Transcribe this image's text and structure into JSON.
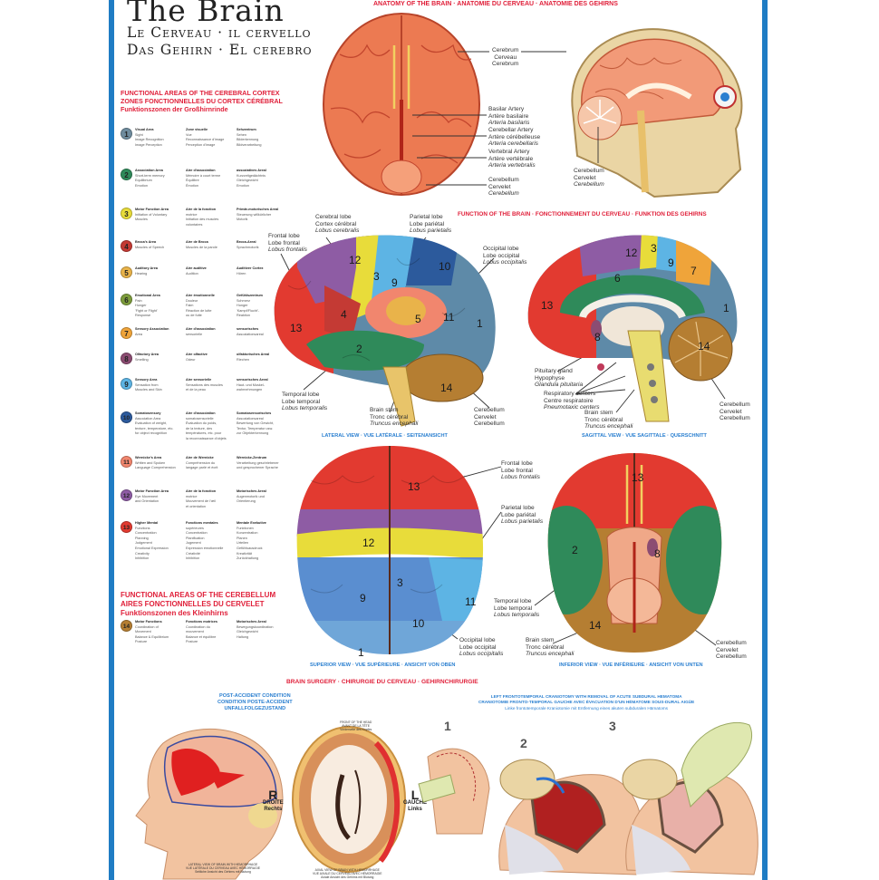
{
  "title": {
    "main": "The Brain",
    "line2": "Le Cerveau · il cervello",
    "line3": "Das Gehirn · El cerebro"
  },
  "cortex_heading": [
    "FUNCTIONAL AREAS OF THE CEREBRAL CORTEX",
    "ZONES FONCTIONNELLES DU CORTEX CÉRÉBRAL",
    "Funktionszonen der Großhirnrinde"
  ],
  "cerebellum_heading": [
    "FUNCTIONAL AREAS OF THE CEREBELLUM",
    "AIRES FONCTIONNELLES DU CERVELET",
    "Funktionszonen des Kleinhirns"
  ],
  "legend": [
    {
      "n": "1",
      "color": "#6f8c9e",
      "en": [
        "Visual Area",
        "Sight",
        "Image Recognition",
        "Image Perception"
      ],
      "fr": [
        "Zone visuelle",
        "Vue",
        "Reconnaissance d'image",
        "Perception d'image"
      ],
      "de": [
        "Sehzentrum",
        "Sehen",
        "Bilderkennung",
        "Bildverarbeitung"
      ]
    },
    {
      "n": "2",
      "color": "#2f8a5a",
      "en": [
        "Association Area",
        "Short-term memory",
        "Equilibrium",
        "Emotion"
      ],
      "fr": [
        "Aire d'association",
        "Mémoire à court terme",
        "Équilibre",
        "Émotion"
      ],
      "de": [
        "assoziatives Areal",
        "Kurzzeitgedächtnis",
        "Gleichgewicht",
        "Emotion"
      ]
    },
    {
      "n": "3",
      "color": "#e8dc3a",
      "en": [
        "Motor Function Area",
        "Initiation of Voluntary",
        "Muscles"
      ],
      "fr": [
        "Aire de la fonction",
        "motrice",
        "Initiation des muscles",
        "volontaires"
      ],
      "de": [
        "Primär-motorisches Areal",
        "Steuerung willkürlicher",
        "Motorik"
      ]
    },
    {
      "n": "4",
      "color": "#c43a34",
      "en": [
        "Broca's Area",
        "Muscles of Speech"
      ],
      "fr": [
        "Aire de Broca",
        "Muscles de la parole"
      ],
      "de": [
        "Broca-Areal",
        "Sprachmotorik"
      ]
    },
    {
      "n": "5",
      "color": "#e9b34a",
      "en": [
        "Auditory Area",
        "Hearing"
      ],
      "fr": [
        "Aire auditive",
        "Audition"
      ],
      "de": [
        "Auditiver Cortex",
        "Hören"
      ]
    },
    {
      "n": "6",
      "color": "#7d9c3c",
      "en": [
        "Emotional Area",
        "Pain",
        "Hunger",
        "'Fight or Flight'",
        "Response"
      ],
      "fr": [
        "Aire émotionnelle",
        "Douleur",
        "Faim",
        "Réaction de lutte",
        "ou de fuite"
      ],
      "de": [
        "Gefühlszentrum",
        "Schmerz",
        "Hunger",
        "'Kampf/Flucht'-",
        "Reaktion"
      ]
    },
    {
      "n": "7",
      "color": "#efa43a",
      "en": [
        "Sensory Association",
        "Area"
      ],
      "fr": [
        "Aire d'association",
        "sensorielle"
      ],
      "de": [
        "sensorisches",
        "Assoziationsareal"
      ]
    },
    {
      "n": "8",
      "color": "#8c4c72",
      "en": [
        "Olfactory Area",
        "Smelling"
      ],
      "fr": [
        "Aire olfactive",
        "Odeur"
      ],
      "de": [
        "olfaktorisches Areal",
        "Riechen"
      ]
    },
    {
      "n": "9",
      "color": "#5db4e4",
      "en": [
        "Sensory Area",
        "Sensation from",
        "Muscles and Skin"
      ],
      "fr": [
        "Aire sensorielle",
        "Sensations des muscles",
        "et de la peau"
      ],
      "de": [
        "sensorisches Areal",
        "Haut- und Muskel-",
        "wahrnehmungen"
      ]
    },
    {
      "n": "10",
      "color": "#2c5a9c",
      "en": [
        "Somatosensory",
        "Association Area",
        "Evaluation of weight,",
        "texture, temperature, etc.",
        "for object recognition"
      ],
      "fr": [
        "Aire d'association",
        "somatosensorielle",
        "Évaluation du poids,",
        "de la texture, des",
        "températures, etc. pour",
        "la reconnaissance d'objets"
      ],
      "de": [
        "Somatosensorisches",
        "Assoziationsareal",
        "Bewertung von Gewicht,",
        "Textur, Temperatur usw.",
        "zur Objekterkennung"
      ]
    },
    {
      "n": "11",
      "color": "#f1866e",
      "en": [
        "Wernicke's Area",
        "Written and Spoken",
        "Language Comprehension"
      ],
      "fr": [
        "Aire de Wernicke",
        "Compréhension du",
        "langage parlé et écrit"
      ],
      "de": [
        "Wernicke-Zentrum",
        "Verarbeitung geschriebener",
        "und gesprochener Sprache"
      ]
    },
    {
      "n": "12",
      "color": "#8e5ca4",
      "en": [
        "Motor Function Area",
        "Eye Movement",
        "and Orientation"
      ],
      "fr": [
        "Aire de la fonction",
        "motrice",
        "Mouvement de l'œil",
        "et orientation"
      ],
      "de": [
        "Motorisches Areal",
        "Augenmotorik und",
        "Orientierung"
      ]
    },
    {
      "n": "13",
      "color": "#e23a30",
      "en": [
        "Higher Mental",
        "Functions",
        "Concentration",
        "Planning",
        "Judgement",
        "Emotional Expression",
        "Creativity",
        "Inhibition"
      ],
      "fr": [
        "Fonctions mentales",
        "supérieures",
        "Concentration",
        "Planification",
        "Jugement",
        "Expression émotionnelle",
        "Créativité",
        "Inhibition"
      ],
      "de": [
        "Mentale Exekutive",
        "Funktionen",
        "Konzentration",
        "Planen",
        "Urteilen",
        "Gefühlsausdruck",
        "Kreativität",
        "Zurückhaltung"
      ]
    },
    {
      "n": "14",
      "color": "#b57e32",
      "en": [
        "Motor Functions",
        "Coordination of",
        "Movement",
        "Balance & Equilibrium",
        "Posture"
      ],
      "fr": [
        "Fonctions motrices",
        "Coordination du",
        "mouvement",
        "Balance et équilibre",
        "Posture"
      ],
      "de": [
        "Motorisches Areal",
        "Bewegungskoordination",
        "Gleichgewicht",
        "Haltung"
      ]
    }
  ],
  "anatomy": {
    "heading": "ANATOMY OF THE BRAIN · ANATOMIE DU CERVEAU · ANATOMIE DES GEHIRNS",
    "cerebrum": [
      "Cerebrum",
      "Cerveau",
      "Cerebrum"
    ],
    "basilar": [
      "Basilar Artery",
      "Artère basilaire",
      "Arteria basilaris"
    ],
    "cerebellar_artery": [
      "Cerebellar Artery",
      "Artère cérébelleuse",
      "Arteria cerebellaris"
    ],
    "vertebral": [
      "Vertebral Artery",
      "Artère vertébrale",
      "Arteria vertebralis"
    ],
    "cerebellum": [
      "Cerebellum",
      "Cervelet",
      "Cerebellum"
    ]
  },
  "function": {
    "heading": "FUNCTION OF THE BRAIN · FONCTIONNEMENT DU CERVEAU · FUNKTION DES GEHIRNS",
    "cerebral_lobe": [
      "Cerebral lobe",
      "Cortex cérébral",
      "Lobus cerebralis"
    ],
    "parietal": [
      "Parietal lobe",
      "Lobe pariétal",
      "Lobus parietalis"
    ],
    "frontal": [
      "Frontal lobe",
      "Lobe frontal",
      "Lobus frontalis"
    ],
    "occipital": [
      "Occipital lobe",
      "Lobe occipital",
      "Lobus occipitalis"
    ],
    "temporal": [
      "Temporal lobe",
      "Lobe temporal",
      "Lobus temporalis"
    ],
    "brain_stem": [
      "Brain stem",
      "Tronc cérébral",
      "Truncus encephali"
    ],
    "cerebellum": [
      "Cerebellum",
      "Cervelet",
      "Cerebellum"
    ],
    "pituitary": [
      "Pituitary gland",
      "Hypophyse",
      "Glandula pituitaria"
    ],
    "respiratory": [
      "Respiratory centers",
      "Centre respiratoire",
      "Pneumotaxic centers"
    ],
    "lateral_caption": "LATERAL VIEW · VUE LATÉRALE · SEITENANSICHT",
    "sagittal_caption": "SAGITTAL VIEW · VUE SAGITTALE · QUERSCHNITT",
    "superior_caption": "SUPERIOR VIEW · VUE SUPÉRIEURE · ANSICHT VON OBEN",
    "inferior_caption": "INFERIOR VIEW · VUE INFÉRIEURE · ANSICHT VON UNTEN"
  },
  "region_numbers": {
    "lateral": [
      "12",
      "3",
      "9",
      "10",
      "13",
      "4",
      "5",
      "11",
      "1",
      "2",
      "14"
    ],
    "sagittal": [
      "12",
      "3",
      "9",
      "7",
      "6",
      "13",
      "1",
      "8",
      "14"
    ],
    "superior": [
      "13",
      "12",
      "3",
      "9",
      "11",
      "10",
      "1"
    ],
    "inferior": [
      "13",
      "2",
      "8",
      "14"
    ]
  },
  "surgery": {
    "heading": "BRAIN SURGERY · CHIRURGIE DU CERVEAU · GEHIRNCHIRURGIE",
    "post_accident": [
      "POST-ACCIDENT CONDITION",
      "CONDITION POSTE-ACCIDENT",
      "UNFALLFOLGEZUSTAND"
    ],
    "craniotomy": [
      "LEFT FRONTOTEMPORAL CRANIOTOMY WITH REMOVAL OF ACUTE SUBDURAL HEMATOMA",
      "CRANIOTOMIE FRONTO-TEMPORAL GAUCHE AVEC ÉVACUATION D'UN HÉMATOME SOUS-DURAL AIGÜE",
      "Linke frontotemporale Kraniotomie mit Entfernung eines akuten subduralen Hämatoms"
    ],
    "right": [
      "R",
      "DROITE",
      "Rechts"
    ],
    "left": [
      "L",
      "GAUCHE",
      "Links"
    ],
    "steps": [
      "1",
      "2",
      "3"
    ],
    "lateral_caption": [
      "LATERAL VIEW OF BRAIN WITH HEMORRHAGE",
      "VUE LATÉRALE DU CERVEAU AVEC HÉMORRAGIE",
      "Seitliche Ansicht des Gehirns mit Blutung"
    ],
    "axial_caption": [
      "AXIAL VIEW OF BRAIN WITH HEMORRHAGE",
      "VUE AXIALE DU CERVEAU AVEC HÉMORRAGIE",
      "Axiale Ansicht des Gehirns mit Blutung"
    ],
    "front_of_head": [
      "FRONT OF THE HEAD",
      "AVANT DE LA TÊTE",
      "Vorderseite des Kopfes"
    ]
  }
}
